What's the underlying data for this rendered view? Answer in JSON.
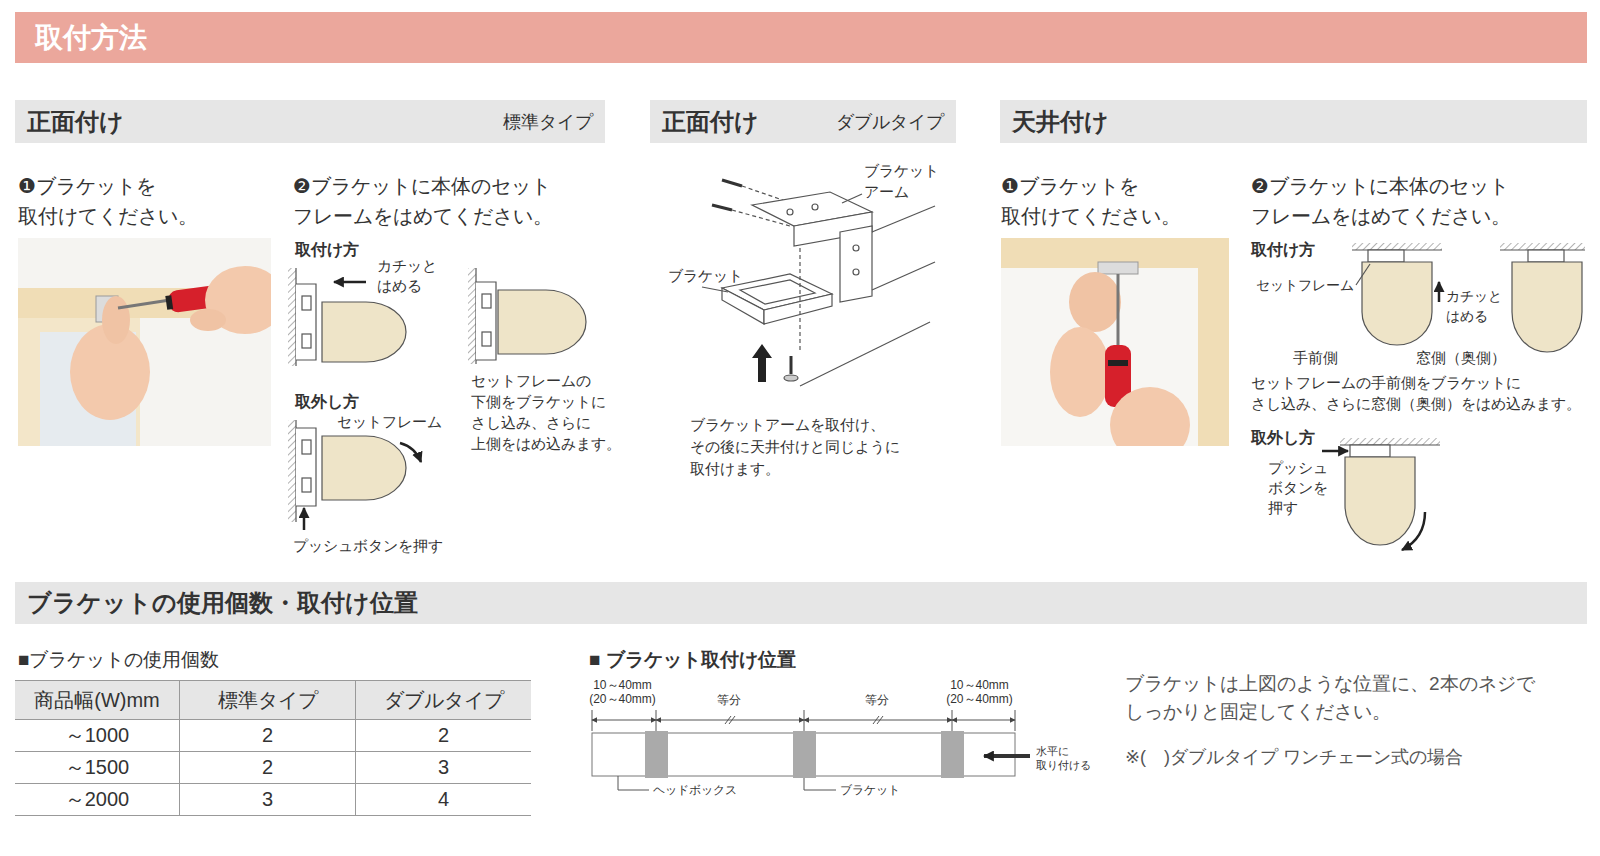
{
  "diagram": {
    "title": "取付方法",
    "nodes": [
      {
        "text": [
          "正面付け",
          "標準タイプ"
        ]
      },
      {
        "text": [
          "正面付け",
          "ダブルタイプ"
        ]
      },
      {
        "text": [
          "天井付け"
        ]
      },
      {
        "text": [
          "ブラケットの使用個数・取付け位置"
        ]
      }
    ],
    "labels": [
      "❶ブラケットを 取付けてください。",
      "❷ブラケットに本体のセット フレームをはめてください。",
      "取付け方",
      "カチッと はめる",
      "セットフレームの 下側をブラケットに さし込み、さらに 上側をはめ込みます。",
      "取外し方",
      "セットフレーム",
      "プッシュボタンを押す",
      "ブラケット アーム",
      "ブラケット",
      "ブラケットアームを取付け、 その後に天井付けと同じように 取付けます。",
      "❶ブラケットを 取付けてください。",
      "❷ブラケットに本体のセット フレームをはめてください。",
      "取付け方",
      "セットフレーム",
      "カチッと はめる",
      "手前側",
      "窓側（奥側）",
      "セットフレームの手前側をブラケットに さし込み、さらに窓側（奥側）をはめ込みます。",
      "取外し方",
      "プッシュ ボタンを 押す",
      "■ブラケットの使用個数",
      "商品幅(W)mm",
      "標準タイプ",
      "ダブルタイプ",
      "～1000",
      "2",
      "2",
      "～1500",
      "2",
      "3",
      "～2000",
      "3",
      "4",
      "■ ブラケット取付け位置",
      "10～40mm (20～40mm)",
      "等分",
      "等分",
      "10～40mm (20～40mm)",
      "水平に 取り付ける",
      "ヘッドボックス",
      "ブラケット",
      "ブラケットは上図のような位置に、2本のネジで しっかりと固定してください。",
      "※(　)ダブルタイプ ワンチェーン式の場合"
    ]
  }
}
